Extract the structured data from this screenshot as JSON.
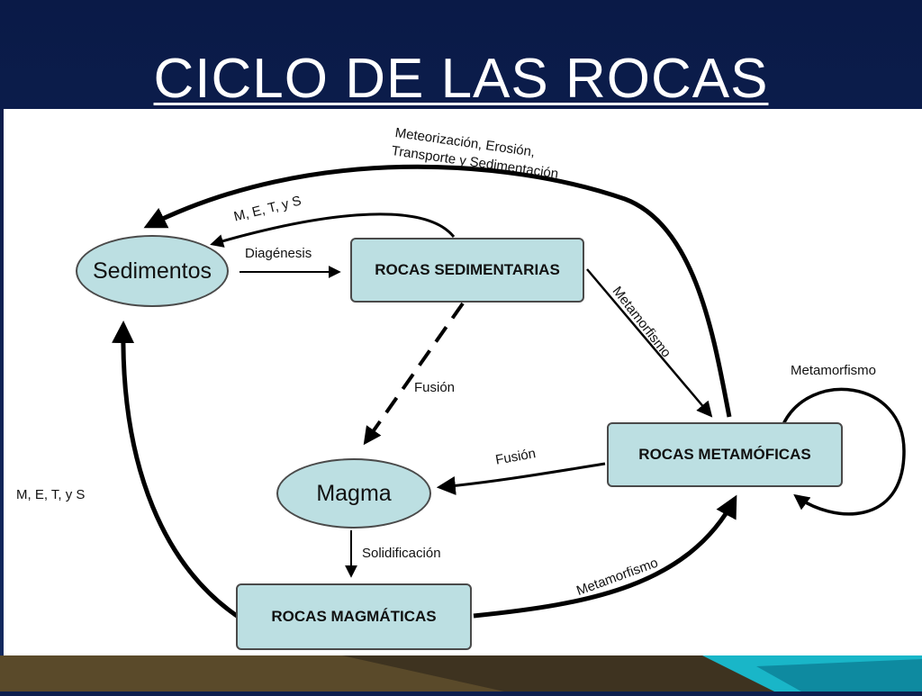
{
  "title": "CICLO DE LAS ROCAS",
  "nodes": {
    "sedimentos": "Sedimentos",
    "rocas_sedimentarias": "ROCAS SEDIMENTARIAS",
    "magma": "Magma",
    "rocas_metamorficas": "ROCAS METAMÓFICAS",
    "rocas_magmaticas": "ROCAS MAGMÁTICAS"
  },
  "edges": {
    "top_line1": "Meteorización, Erosión,",
    "top_line2": "Transporte y Sedimentación",
    "met_s_upper": "M, E, T, y  S",
    "diagenesis": "Diagénesis",
    "metamorfismo_diag": "Metamorfismo",
    "metamorfismo_loop": "Metamorfismo",
    "fusion_dashed": "Fusión",
    "fusion_from_meta": "Fusión",
    "met_s_left": "M, E, T, y  S",
    "solidificacion": "Solidificación",
    "metamorfismo_bottom": "Metamorfismo"
  },
  "colors": {
    "node_fill": "#bcdfe2",
    "slide_bg": "#0d1f4e",
    "arrow": "#000000"
  }
}
